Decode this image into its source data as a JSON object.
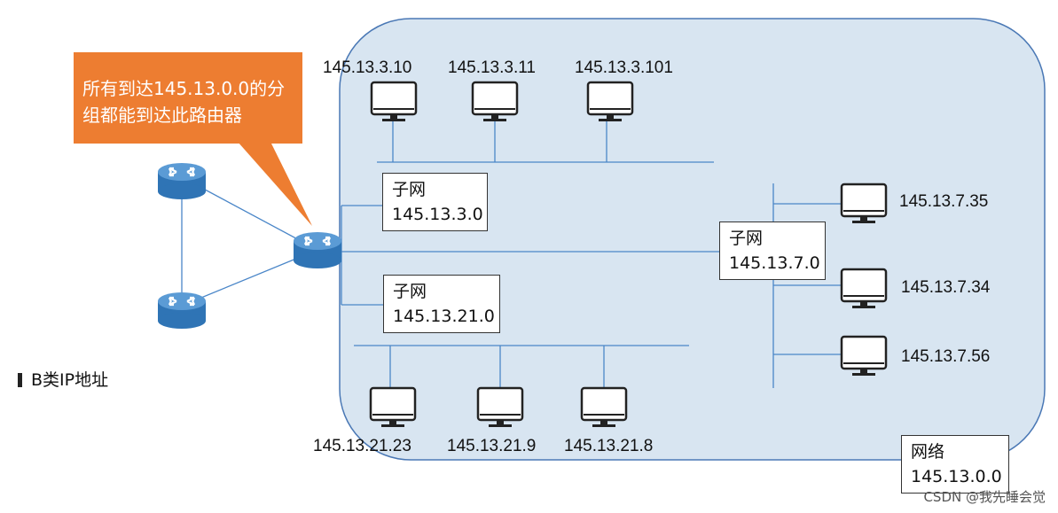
{
  "callout": {
    "line1": "所有到达145.13.0.0的分",
    "line2": "组都能到达此路由器"
  },
  "class_b_label": "B类IP地址",
  "network": {
    "title": "网络",
    "address": "145.13.0.0"
  },
  "subnets": [
    {
      "title": "子网",
      "address": "145.13.3.0"
    },
    {
      "title": "子网",
      "address": "145.13.21.0"
    },
    {
      "title": "子网",
      "address": "145.13.7.0"
    }
  ],
  "hosts_top": [
    "145.13.3.10",
    "145.13.3.11",
    "145.13.3.101"
  ],
  "hosts_bottom": [
    "145.13.21.23",
    "145.13.21.9",
    "145.13.21.8"
  ],
  "hosts_right": [
    "145.13.7.35",
    "145.13.7.34",
    "145.13.7.56"
  ],
  "watermark": "CSDN @我先睡会觉",
  "colors": {
    "network_fill": "#d8e5f1",
    "network_border": "#4a78b5",
    "link": "#4a86c8",
    "router": "#3d86c6",
    "callout": "#ed7d31"
  },
  "icons": [
    "router-icon",
    "monitor-icon"
  ]
}
